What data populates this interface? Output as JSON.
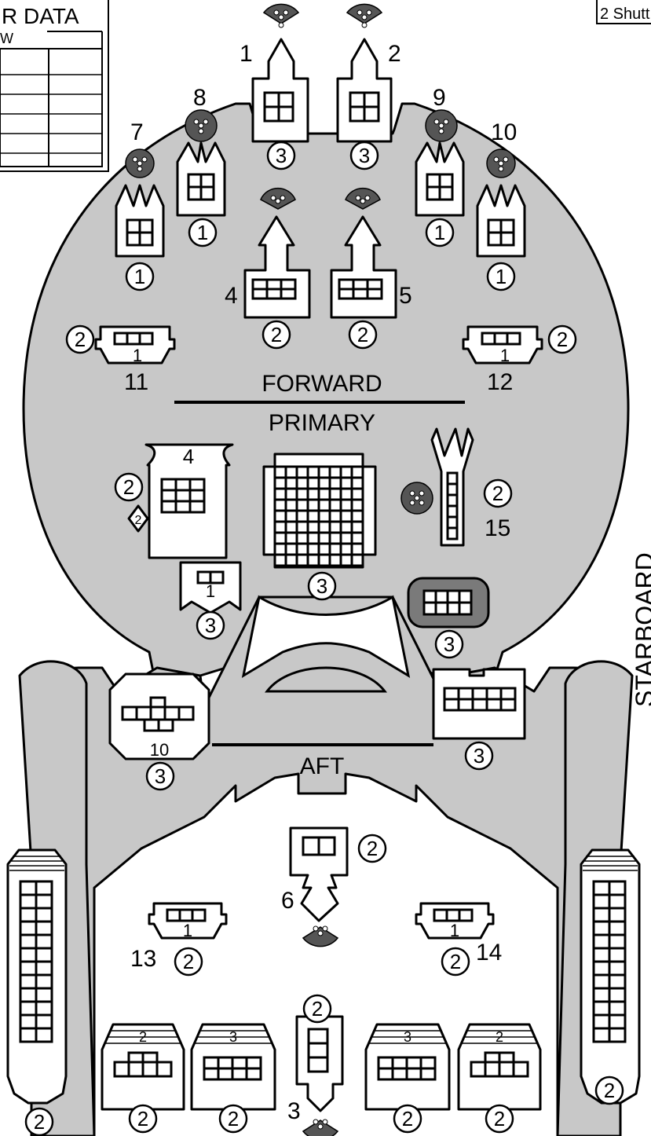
{
  "header": {
    "data_table_title": "R DATA",
    "data_table_subtitle": "W",
    "shuttle_tag": "2 Shutt"
  },
  "section_labels": {
    "forward": "FORWARD",
    "primary": "PRIMARY",
    "aft": "AFT",
    "starboard": "STARBOARD"
  },
  "weapon_labels": [
    "1",
    "2",
    "3",
    "4",
    "5",
    "6",
    "7",
    "8",
    "9",
    "10",
    "11",
    "12",
    "13",
    "14",
    "15"
  ],
  "circle_marks": [
    "1",
    "2",
    "3"
  ],
  "small_numbers": {
    "mount_one": "1",
    "block_two": "2",
    "block_three": "3",
    "primary_four": "4",
    "shuttle_ten": "10",
    "diamond_two": "2"
  },
  "colors": {
    "hull": "#c8c8c8",
    "line": "#000000",
    "box_fill": "#ffffff",
    "dark_box": "#7a7a7a",
    "arc_fill": "#555555"
  }
}
